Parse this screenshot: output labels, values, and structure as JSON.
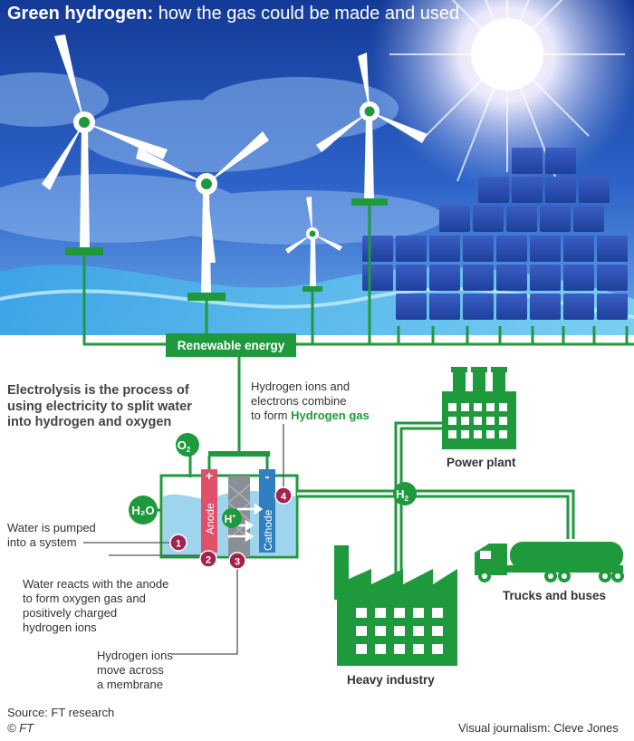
{
  "title": {
    "bold": "Green hydrogen:",
    "rest": " how the gas could be made and used"
  },
  "intro": "Electrolysis is the process of using electricity to split water into hydrogen and oxygen",
  "renewable_energy": "Renewable energy",
  "chemistry": {
    "o2": "O",
    "o2_sub": "2",
    "h2o": "H₂O",
    "h_plus": "H",
    "h_plus_sup": "+",
    "h2": "H",
    "h2_sub": "2"
  },
  "electrodes": {
    "anode": "Anode",
    "anode_sign": "+",
    "cathode": "Cathode",
    "cathode_sign": "-"
  },
  "steps": [
    {
      "num": "1",
      "line1": "Water is pumped",
      "line2": "into a system"
    },
    {
      "num": "2",
      "line1": "Water reacts with the anode",
      "line2": "to form oxygen gas and",
      "line3": "positively charged",
      "line4": "hydrogen ions"
    },
    {
      "num": "3",
      "line1": "Hydrogen ions",
      "line2": "move across",
      "line3": "a membrane"
    },
    {
      "num": "4",
      "line1": "Hydrogen ions and",
      "line2": "electrons combine",
      "line3_pre": "to form ",
      "line3_em": "Hydrogen gas"
    }
  ],
  "uses": {
    "power_plant": "Power plant",
    "trucks": "Trucks and buses",
    "industry": "Heavy industry"
  },
  "footer": {
    "source": "Source: FT research",
    "copyright": "© FT",
    "credit": "Visual journalism: Cleve Jones"
  },
  "colors": {
    "green": "#1e9a3c",
    "sky_dark": "#1b3f9e",
    "sky_light": "#4a8fe0",
    "panel": "#2a4fb8",
    "anode": "#e0506a",
    "cathode": "#2f7fc1",
    "step_badge": "#a32250",
    "water": "#9fd4ef"
  }
}
